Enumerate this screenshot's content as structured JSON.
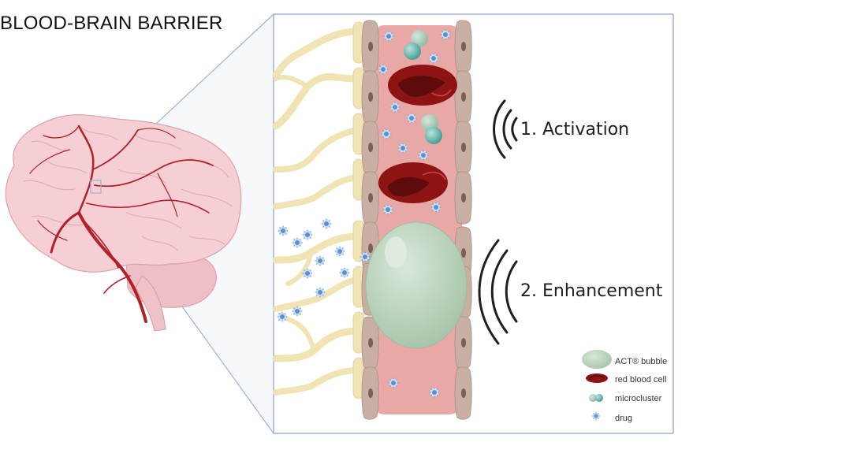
{
  "title": "BLOOD-BRAIN BARRIER",
  "steps": {
    "activation": "1. Activation",
    "enhancement": "2. Enhancement"
  },
  "legend": {
    "act_bubble": "ACT® bubble",
    "red_blood_cell": "red blood cell",
    "microcluster": "microcluster",
    "drug": "drug"
  },
  "colors": {
    "vessel_lumen": "#e8a9a6",
    "endothelial_cell": "#c9aea3",
    "red_blood_cell": "#8e1414",
    "act_bubble": "#b9d2ba",
    "microcluster": "#5fb5ad",
    "astrocyte": "#f0e4b4",
    "drug": "#6f9fd6",
    "brain": "#f5cfd3",
    "brain_vessel": "#b3202a",
    "frame": "#9db2d6"
  }
}
